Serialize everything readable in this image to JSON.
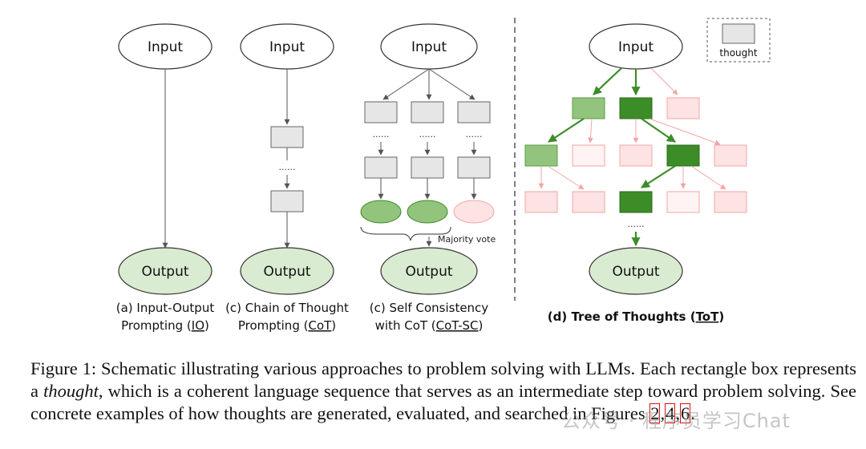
{
  "panels": {
    "io": {
      "input": "Input",
      "output": "Output",
      "caption_line1": "(a) Input-Output",
      "caption_line2_prefix": "Prompting (",
      "caption_abbr": "IO",
      "caption_suffix": ")"
    },
    "cot": {
      "input": "Input",
      "output": "Output",
      "dots": "......",
      "caption_line1": "(c) Chain of Thought",
      "caption_line2_prefix": "Prompting (",
      "caption_abbr": "CoT",
      "caption_suffix": ")"
    },
    "cotsc": {
      "input": "Input",
      "output": "Output",
      "dots": "......",
      "majority": "Majority vote",
      "caption_line1": "(c) Self Consistency",
      "caption_line2_prefix": "with CoT (",
      "caption_abbr": "CoT-SC",
      "caption_suffix": ")"
    },
    "tot": {
      "input": "Input",
      "output": "Output",
      "dots": "......",
      "caption_prefix": "(d) Tree of Thoughts (",
      "caption_abbr": "ToT",
      "caption_suffix": ")"
    }
  },
  "legend": {
    "label": "thought"
  },
  "caption": {
    "label": "Figure 1:",
    "text_1": " Schematic illustrating various approaches to problem solving with LLMs. Each rectangle box represents a ",
    "emph": "thought",
    "text_2": ", which is a coherent language sequence that serves as an intermediate step toward problem solving. See concrete examples of how thoughts are generated, evaluated, and searched in Figures ",
    "refs": [
      "2",
      "4",
      "6"
    ],
    "sep": ",",
    "end": "."
  },
  "watermark": "公众号 · 程序员学习Chat",
  "colors": {
    "ellipse_green": "#d9ebd0",
    "box_gray": "#e6e6e6",
    "green_light": "#93c47d",
    "green_dark": "#3c8c28",
    "pink_fill": "#fde3e3",
    "pink_stroke": "#f3a6a6",
    "ref_red": "#e01010"
  }
}
